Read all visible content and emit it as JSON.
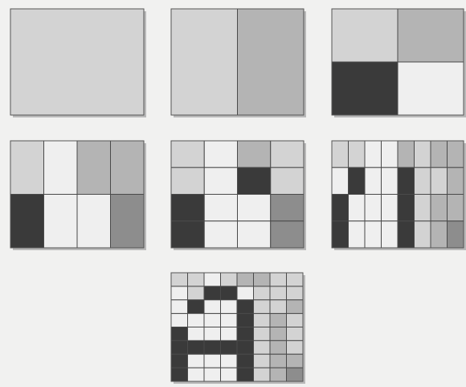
{
  "colors": {
    "background": "#f1f1f0",
    "white": "#efefef",
    "light": "#d3d3d3",
    "mid": "#b4b4b4",
    "dark": "#8d8d8d",
    "black": "#3a3a3a"
  },
  "panels": [
    {
      "id": "level-1",
      "cols": 1,
      "rows": 1,
      "cells": [
        [
          "L"
        ]
      ]
    },
    {
      "id": "level-2",
      "cols": 2,
      "rows": 1,
      "cells": [
        [
          "L",
          "M"
        ]
      ]
    },
    {
      "id": "level-3",
      "cols": 2,
      "rows": 2,
      "cells": [
        [
          "L",
          "M"
        ],
        [
          "B",
          "W"
        ]
      ]
    },
    {
      "id": "level-4",
      "cols": 4,
      "rows": 2,
      "cells": [
        [
          "L",
          "W",
          "M",
          "M"
        ],
        [
          "B",
          "W",
          "W",
          "D"
        ]
      ]
    },
    {
      "id": "level-5",
      "cols": 4,
      "rows": 4,
      "cells": [
        [
          "L",
          "W",
          "M",
          "L"
        ],
        [
          "L",
          "W",
          "B",
          "L"
        ],
        [
          "B",
          "W",
          "W",
          "D"
        ],
        [
          "B",
          "W",
          "W",
          "D"
        ]
      ]
    },
    {
      "id": "level-6",
      "cols": 8,
      "rows": 4,
      "cells": [
        [
          "L",
          "L",
          "W",
          "W",
          "M",
          "L",
          "M",
          "M"
        ],
        [
          "W",
          "B",
          "W",
          "W",
          "B",
          "L",
          "L",
          "M"
        ],
        [
          "B",
          "W",
          "W",
          "W",
          "B",
          "L",
          "M",
          "M"
        ],
        [
          "B",
          "W",
          "W",
          "W",
          "B",
          "L",
          "M",
          "D"
        ]
      ]
    },
    {
      "id": "level-7",
      "cols": 8,
      "rows": 8,
      "cells": [
        [
          "L",
          "L",
          "W",
          "L",
          "M",
          "M",
          "L",
          "L"
        ],
        [
          "W",
          "L",
          "B",
          "B",
          "W",
          "L",
          "L",
          "L"
        ],
        [
          "W",
          "B",
          "W",
          "W",
          "B",
          "L",
          "L",
          "M"
        ],
        [
          "W",
          "W",
          "W",
          "W",
          "B",
          "L",
          "M",
          "L"
        ],
        [
          "B",
          "W",
          "W",
          "W",
          "B",
          "L",
          "M",
          "L"
        ],
        [
          "B",
          "B",
          "B",
          "B",
          "B",
          "L",
          "M",
          "L"
        ],
        [
          "B",
          "W",
          "W",
          "W",
          "B",
          "L",
          "M",
          "M"
        ],
        [
          "B",
          "W",
          "W",
          "W",
          "B",
          "L",
          "M",
          "D"
        ]
      ]
    }
  ]
}
